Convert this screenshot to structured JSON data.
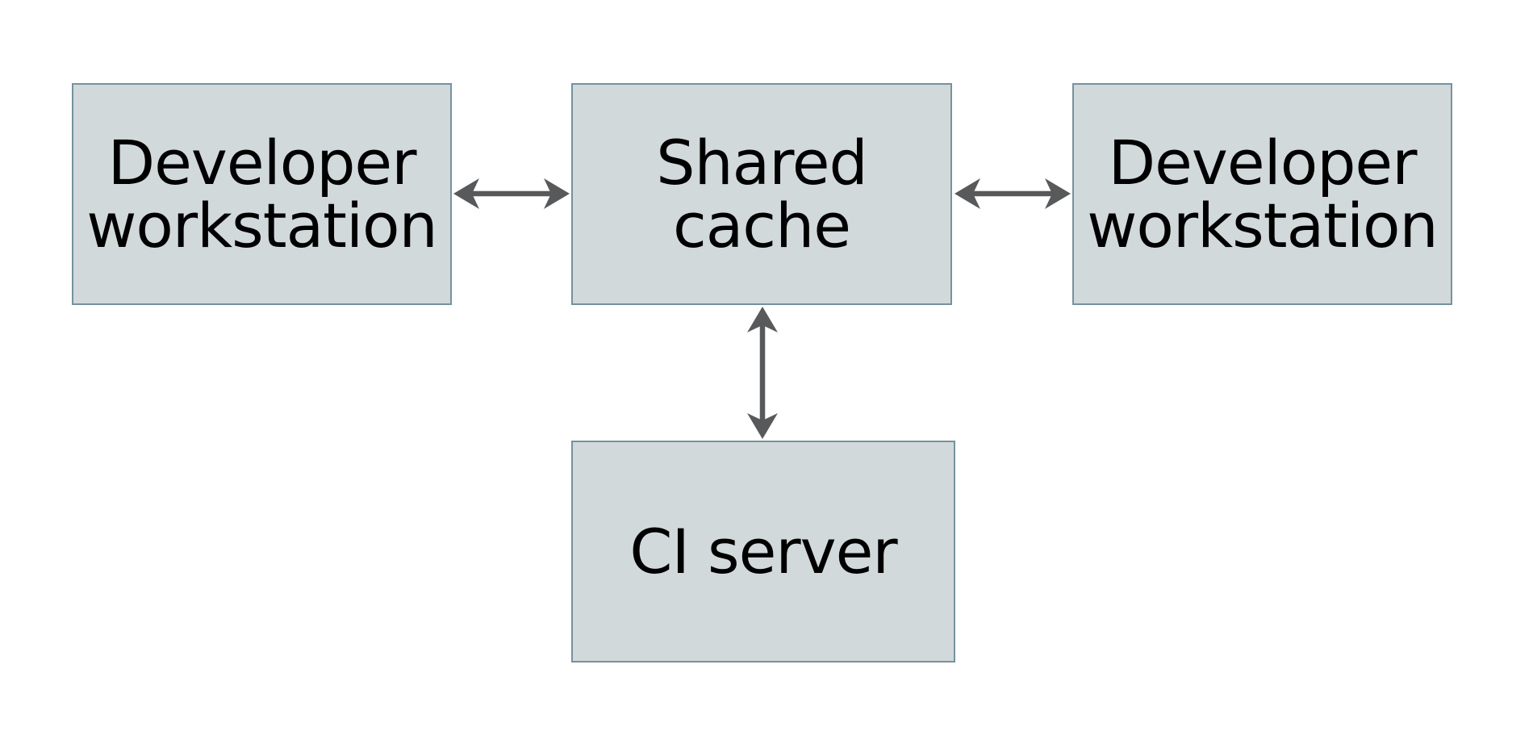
{
  "diagram": {
    "title": "",
    "nodes": [
      {
        "id": "developer-workstation-left",
        "label": "Developer\nworkstation"
      },
      {
        "id": "shared-cache",
        "label": "Shared\ncache"
      },
      {
        "id": "developer-workstation-right",
        "label": "Developer\nworkstation"
      },
      {
        "id": "ci-server",
        "label": "CI server"
      }
    ],
    "edges": [
      {
        "from": "developer-workstation-left",
        "to": "shared-cache",
        "direction": "bidirectional"
      },
      {
        "from": "shared-cache",
        "to": "developer-workstation-right",
        "direction": "bidirectional"
      },
      {
        "from": "shared-cache",
        "to": "ci-server",
        "direction": "bidirectional"
      }
    ]
  },
  "colors": {
    "node_fill": "#d2d9db",
    "node_border": "#75929e",
    "arrow": "#58595b",
    "text": "#000000",
    "background": "#ffffff"
  }
}
